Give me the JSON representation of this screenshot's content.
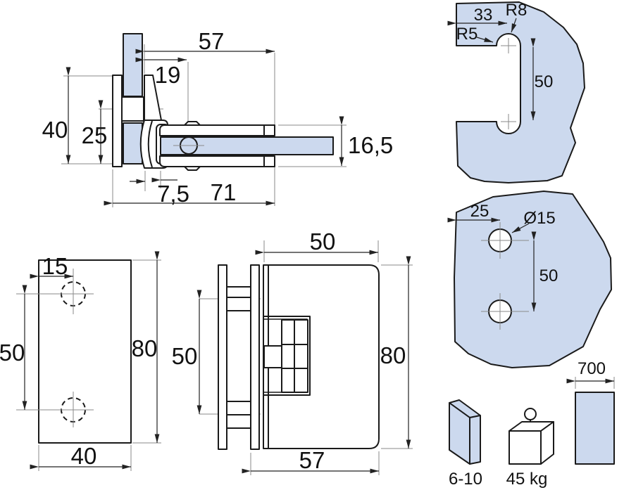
{
  "drawing": {
    "title": "glass-door-hinge-technical-drawing",
    "top_view": {
      "dim_width": "57",
      "dim_pivot_offset": "19",
      "dim_height": "40",
      "dim_inner_height": "25",
      "dim_clamp_thickness": "16,5",
      "dim_front_offset": "7,5",
      "dim_total_depth": "71"
    },
    "front_view": {
      "dim_body_width": "50",
      "dim_body_height": "80",
      "dim_plate_spacing": "50",
      "dim_bottom_width": "57"
    },
    "plate_view": {
      "dim_hole_inset": "15",
      "dim_hole_spacing": "50",
      "dim_height": "80",
      "dim_width": "40"
    },
    "cutout_view": {
      "dim_slot_offset": "33",
      "radius_outer": "R8",
      "radius_fillet": "R5",
      "dim_slot_length": "50"
    },
    "template_view": {
      "dim_hole_inset": "25",
      "hole_diameter": "Ø15",
      "dim_hole_spacing": "50"
    },
    "specs": {
      "glass_thickness_range": "6-10",
      "max_weight": "45 kg",
      "max_door_width": "700"
    },
    "colors": {
      "glass_fill": "#ccd9ee",
      "outline": "#1a1a1a",
      "dimension": "#222222",
      "centerline": "#8a8a8a"
    }
  }
}
